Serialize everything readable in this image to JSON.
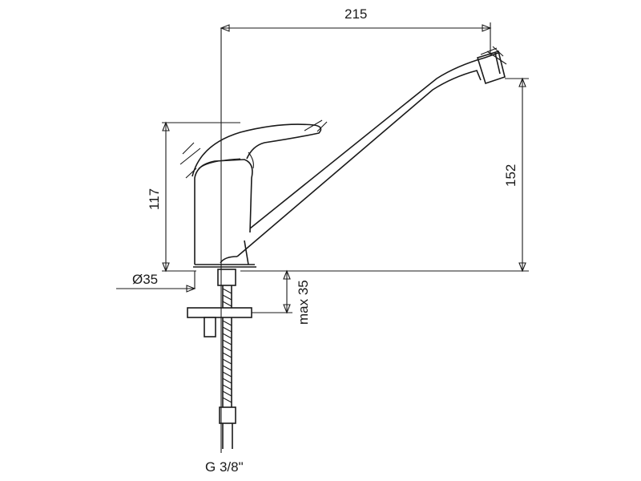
{
  "dimensions": {
    "width_total": "215",
    "spout_height": "152",
    "body_height": "117",
    "base_diameter": "Ø35",
    "max_thickness": "max 35",
    "thread": "G 3/8\""
  }
}
